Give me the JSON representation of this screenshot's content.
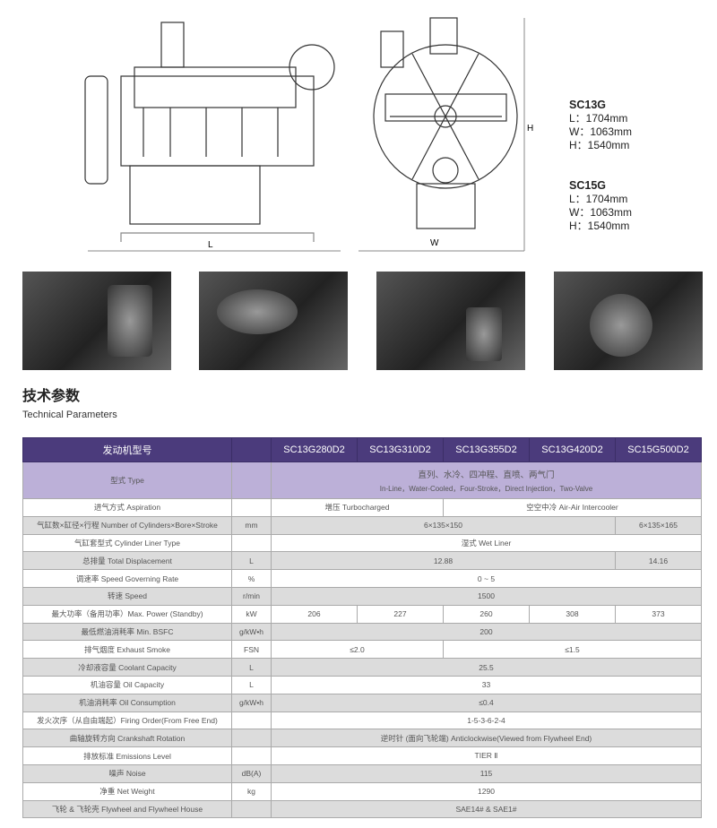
{
  "dimensions": [
    {
      "model": "SC13G",
      "L": "L：1704mm",
      "W": "W：1063mm",
      "H": "H：1540mm"
    },
    {
      "model": "SC15G",
      "L": "L：1704mm",
      "W": "W：1063mm",
      "H": "H：1540mm"
    }
  ],
  "drawing_labels": {
    "length": "L",
    "width": "W",
    "height": "H"
  },
  "heading": {
    "cn": "技术参数",
    "en": "Technical Parameters"
  },
  "table": {
    "header_label": "发动机型号",
    "models": [
      "SC13G280D2",
      "SC13G310D2",
      "SC13G355D2",
      "SC13G420D2",
      "SC15G500D2"
    ],
    "type": {
      "label": "型式 Type",
      "cn": "直列、水冷、四冲程、直喷、两气门",
      "en": "In-Line，Water-Cooled，Four-Stroke，Direct Injection，Two-Valve"
    },
    "rows": [
      {
        "label": "进气方式 Aspiration",
        "unit": "",
        "cells": [
          {
            "v": "增压 Turbocharged",
            "span": 2
          },
          {
            "v": "空空中冷 Air-Air Intercooler",
            "span": 3
          }
        ]
      },
      {
        "label": "气缸数×缸径×行程 Number of Cylinders×Bore×Stroke",
        "unit": "mm",
        "cells": [
          {
            "v": "6×135×150",
            "span": 4
          },
          {
            "v": "6×135×165",
            "span": 1
          }
        ]
      },
      {
        "label": "气缸套型式 Cylinder Liner Type",
        "unit": "",
        "cells": [
          {
            "v": "湿式 Wet Liner",
            "span": 5
          }
        ]
      },
      {
        "label": "总排量 Total Displacement",
        "unit": "L",
        "cells": [
          {
            "v": "12.88",
            "span": 4
          },
          {
            "v": "14.16",
            "span": 1
          }
        ]
      },
      {
        "label": "调速率 Speed Governing Rate",
        "unit": "%",
        "cells": [
          {
            "v": "0 ~ 5",
            "span": 5
          }
        ]
      },
      {
        "label": "转速 Speed",
        "unit": "r/min",
        "cells": [
          {
            "v": "1500",
            "span": 5
          }
        ]
      },
      {
        "label": "最大功率（备用功率）Max. Power (Standby)",
        "unit": "kW",
        "cells": [
          {
            "v": "206",
            "span": 1
          },
          {
            "v": "227",
            "span": 1
          },
          {
            "v": "260",
            "span": 1
          },
          {
            "v": "308",
            "span": 1
          },
          {
            "v": "373",
            "span": 1
          }
        ]
      },
      {
        "label": "最低燃油消耗率 Min. BSFC",
        "unit": "g/kW•h",
        "cells": [
          {
            "v": "200",
            "span": 5
          }
        ]
      },
      {
        "label": "排气烟度 Exhaust Smoke",
        "unit": "FSN",
        "cells": [
          {
            "v": "≤2.0",
            "span": 2
          },
          {
            "v": "≤1.5",
            "span": 3
          }
        ]
      },
      {
        "label": "冷却液容量 Coolant Capacity",
        "unit": "L",
        "cells": [
          {
            "v": "25.5",
            "span": 5
          }
        ]
      },
      {
        "label": "机油容量 Oil Capacity",
        "unit": "L",
        "cells": [
          {
            "v": "33",
            "span": 5
          }
        ]
      },
      {
        "label": "机油消耗率 Oil Consumption",
        "unit": "g/kW•h",
        "cells": [
          {
            "v": "≤0.4",
            "span": 5
          }
        ]
      },
      {
        "label": "发火次序（从自由端起）Firing Order(From Free End)",
        "unit": "",
        "cells": [
          {
            "v": "1-5-3-6-2-4",
            "span": 5
          }
        ]
      },
      {
        "label": "曲轴旋转方向 Crankshaft Rotation",
        "unit": "",
        "cells": [
          {
            "v": "逆时针 (面向飞轮端) Anticlockwise(Viewed from Flywheel End)",
            "span": 5
          }
        ]
      },
      {
        "label": "排放标准 Emissions Level",
        "unit": "",
        "cells": [
          {
            "v": "TIER Ⅱ",
            "span": 5
          }
        ]
      },
      {
        "label": "噪声 Noise",
        "unit": "dB(A)",
        "cells": [
          {
            "v": "115",
            "span": 5
          }
        ]
      },
      {
        "label": "净重 Net Weight",
        "unit": "kg",
        "cells": [
          {
            "v": "1290",
            "span": 5
          }
        ]
      },
      {
        "label": "飞轮 & 飞轮壳 Flywheel and Flywheel House",
        "unit": "",
        "cells": [
          {
            "v": "SAE14# & SAE1#",
            "span": 5
          }
        ]
      }
    ]
  }
}
